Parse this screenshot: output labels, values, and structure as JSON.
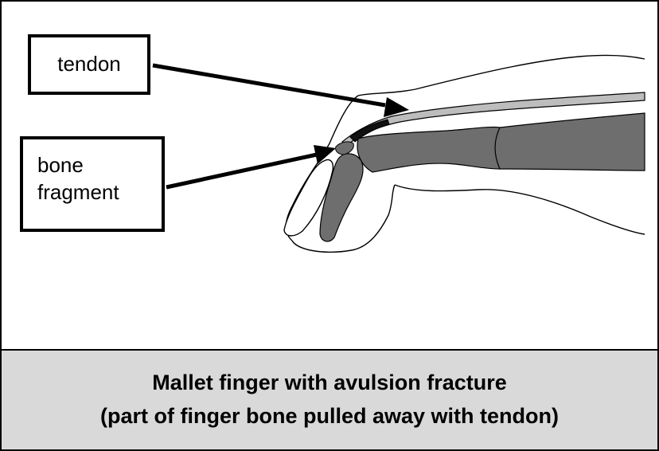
{
  "labels": {
    "tendon": "tendon",
    "bone_fragment_line1": "bone",
    "bone_fragment_line2": "fragment"
  },
  "caption": {
    "line1": "Mallet finger with avulsion fracture",
    "line2": "(part of finger bone pulled away with tendon)"
  },
  "colors": {
    "bone": "#6e6e6e",
    "tendon": "#bdbdbd",
    "caption_background": "#d9d9d9",
    "outline": "#000000"
  }
}
